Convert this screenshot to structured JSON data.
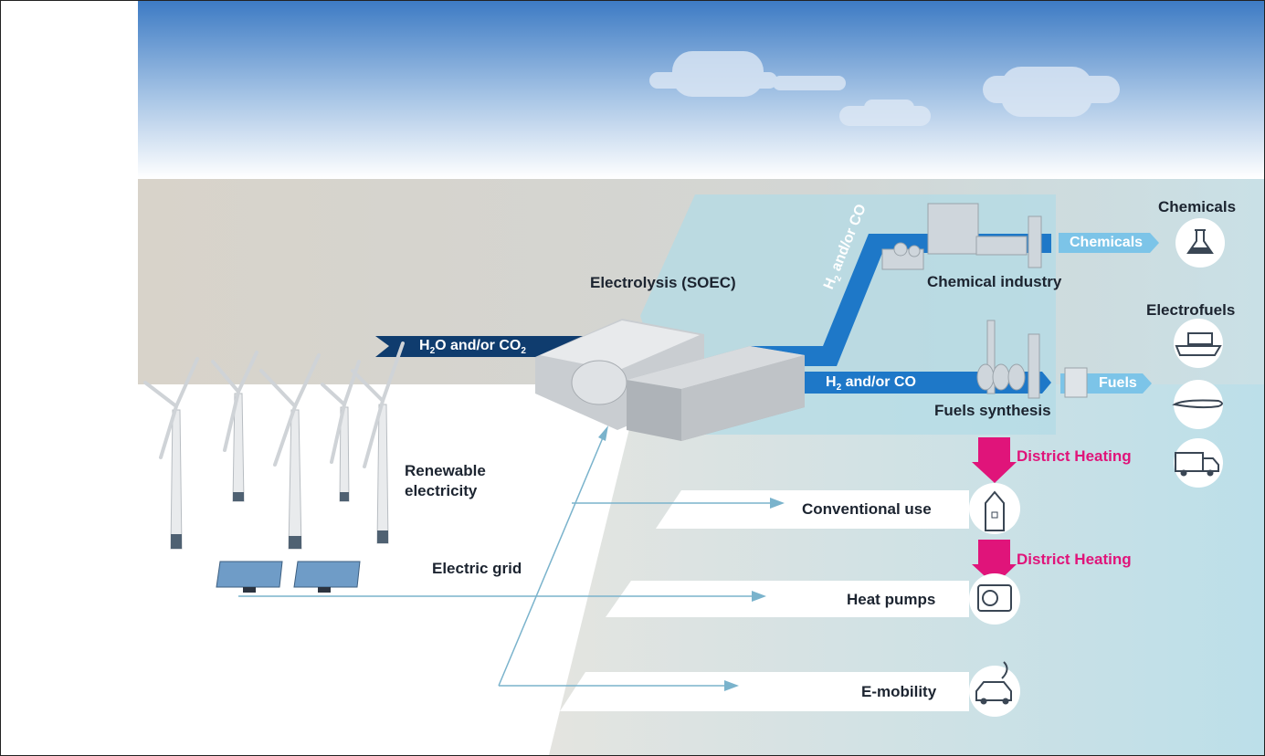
{
  "labels": {
    "renewable": "Renewable electricity",
    "renewable_line1": "Renewable",
    "renewable_line2": "electricity",
    "electrolysis": "Electrolysis (SOEC)",
    "electric_grid": "Electric grid",
    "input_flow": "H2O and/or CO2",
    "input_flow_parts": {
      "a": "H",
      "a_sub": "2",
      "b": "O and/or CO",
      "b_sub": "2"
    },
    "upper_flow": "H2 and/or CO",
    "upper_flow_parts": {
      "a": "H",
      "a_sub": "2",
      "b": " and/or CO"
    },
    "lower_flow": "H2 and/or CO",
    "lower_flow_parts": {
      "a": "H",
      "a_sub": "2",
      "b": " and/or CO"
    },
    "chemical_industry": "Chemical industry",
    "fuels_synthesis": "Fuels synthesis",
    "chemicals_arrow": "Chemicals",
    "fuels_arrow": "Fuels",
    "chemicals_header": "Chemicals",
    "electrofuels_header": "Electrofuels",
    "district_heating_1": "District Heating",
    "district_heating_2": "District Heating",
    "conventional_use": "Conventional use",
    "heat_pumps": "Heat pumps",
    "e_mobility": "E-mobility"
  },
  "icons": {
    "chemicals": "flask-icon",
    "ship": "ship-icon",
    "plane": "plane-icon",
    "truck": "truck-icon",
    "building": "building-icon",
    "heat_pump": "heat-pump-icon",
    "ev": "electric-car-icon"
  },
  "colors": {
    "sky_top": "#3f7fc8",
    "sky_bottom": "#ffffff",
    "dark_arrow": "#0f3c6e",
    "blue_arrow": "#1e78c8",
    "light_arrow": "#7cc4e8",
    "pink": "#e0147a",
    "teal_panel": "#b3dbe6"
  }
}
